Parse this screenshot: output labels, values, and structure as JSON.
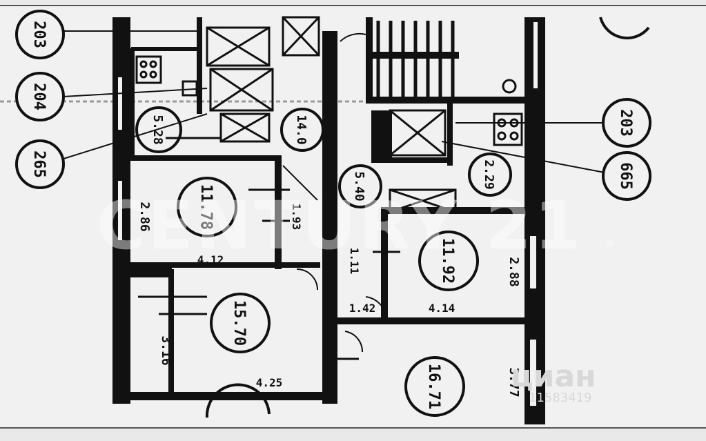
{
  "callouts": {
    "left": [
      "203",
      "204",
      "265"
    ],
    "right": [
      "203",
      "665"
    ]
  },
  "rooms": {
    "room_top_left": "11.78",
    "room_top_right": "11.92",
    "room_bottom_left": "15.70",
    "room_bottom_right": "16.71",
    "hall": "14.0",
    "kitchen_left": "5.28",
    "bath_small": "2.29",
    "corridor": "5.40"
  },
  "dimensions": {
    "d_286": "2.86",
    "d_412": "4.12",
    "d_193": "1.93",
    "d_111": "1.11",
    "d_414": "4.14",
    "d_288": "2.88",
    "d_316": "3.16",
    "d_425": "4.25",
    "d_377": "3.77",
    "d_142": "1.42"
  },
  "watermark": {
    "century": "CENTURY 21",
    "registered": "®",
    "cian_brand": "циан",
    "cian_id": "11583419"
  }
}
